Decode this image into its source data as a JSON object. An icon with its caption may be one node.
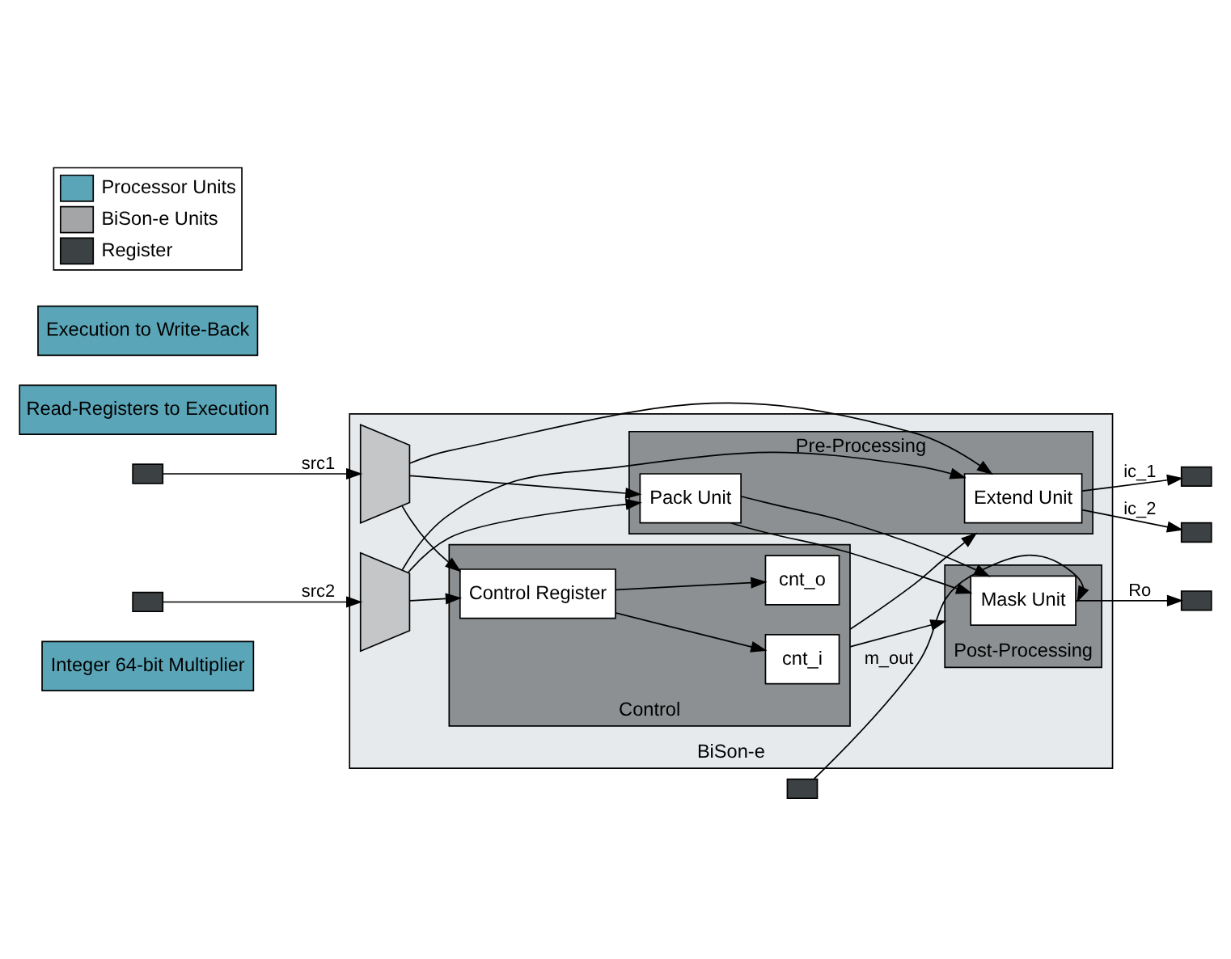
{
  "diagram": {
    "nodes": [
      {
        "text": [
          "Integer 64-bit Multiplier"
        ]
      },
      {
        "text": [],
        "shape": "box"
      },
      {
        "text": [],
        "shape": "box"
      },
      {
        "text": [],
        "shape": "box"
      },
      {
        "text": [
          "Read-Registers to Execution"
        ]
      },
      {
        "text": [],
        "shape": "box"
      },
      {
        "text": [],
        "shape": "box"
      },
      {
        "text": [
          "Execution to Write-Back"
        ]
      },
      {
        "text": [],
        "shape": "box"
      },
      {
        "text": [
          "BiSon-e"
        ]
      },
      {
        "text": [],
        "shape": "trapezoid",
        "in": 9
      },
      {
        "text": [],
        "shape": "trapezoid",
        "in": 9
      },
      {
        "text": [
          "Pre-Processing"
        ],
        "in": 9
      },
      {
        "text": [
          "Extend Unit"
        ],
        "in": 12
      },
      {
        "text": [
          "Pack Unit"
        ],
        "in": 12
      },
      {
        "text": [
          "Post-Processing"
        ],
        "in": 9
      },
      {
        "text": [
          "Mask Unit"
        ],
        "in": 15
      },
      {
        "text": [
          "Control"
        ],
        "in": 9
      },
      {
        "text": [
          "cnt_i"
        ],
        "in": 17
      },
      {
        "text": [
          "cnt_o"
        ],
        "in": 17
      },
      {
        "text": [
          "Control Register"
        ],
        "in": 17
      }
    ],
    "edges": [
      {
        "from": 5,
        "to": 10,
        "label": "src1",
        "arrow": "to"
      },
      {
        "from": 6,
        "to": 11,
        "label": "src2",
        "arrow": "to"
      },
      {
        "from": 10,
        "to": 13,
        "arrow": "to"
      },
      {
        "from": 11,
        "to": 13,
        "arrow": "to"
      },
      {
        "from": 10,
        "to": 14,
        "arrow": "to"
      },
      {
        "from": 11,
        "to": 14,
        "arrow": "to"
      },
      {
        "from": 10,
        "to": 20,
        "arrow": "to"
      },
      {
        "from": 11,
        "to": 20,
        "arrow": "to"
      },
      {
        "from": 13,
        "to": 1,
        "label": "ic_1",
        "arrow": "to"
      },
      {
        "from": 13,
        "to": 2,
        "label": "ic_2",
        "arrow": "to"
      },
      {
        "from": 3,
        "to": 16,
        "label": "m_out",
        "arrow": "to"
      },
      {
        "from": 14,
        "to": 16,
        "arrow": "to"
      },
      {
        "from": 14,
        "to": 16,
        "arrow": "to"
      },
      {
        "from": 16,
        "to": 8,
        "label": "Ro",
        "arrow": "to"
      },
      {
        "from": 17,
        "to": 12,
        "arrow": "to"
      },
      {
        "from": 17,
        "to": 15,
        "arrow": "to"
      },
      {
        "from": 20,
        "to": 18,
        "arrow": "to"
      },
      {
        "from": 20,
        "to": 19,
        "arrow": "to"
      }
    ],
    "legend": [
      {
        "text": "Processor Units",
        "color": "#5aa6b8"
      },
      {
        "text": "BiSon-e Units",
        "color": "#a3a5a6"
      },
      {
        "text": "Register",
        "color": "#3c4143"
      }
    ]
  }
}
